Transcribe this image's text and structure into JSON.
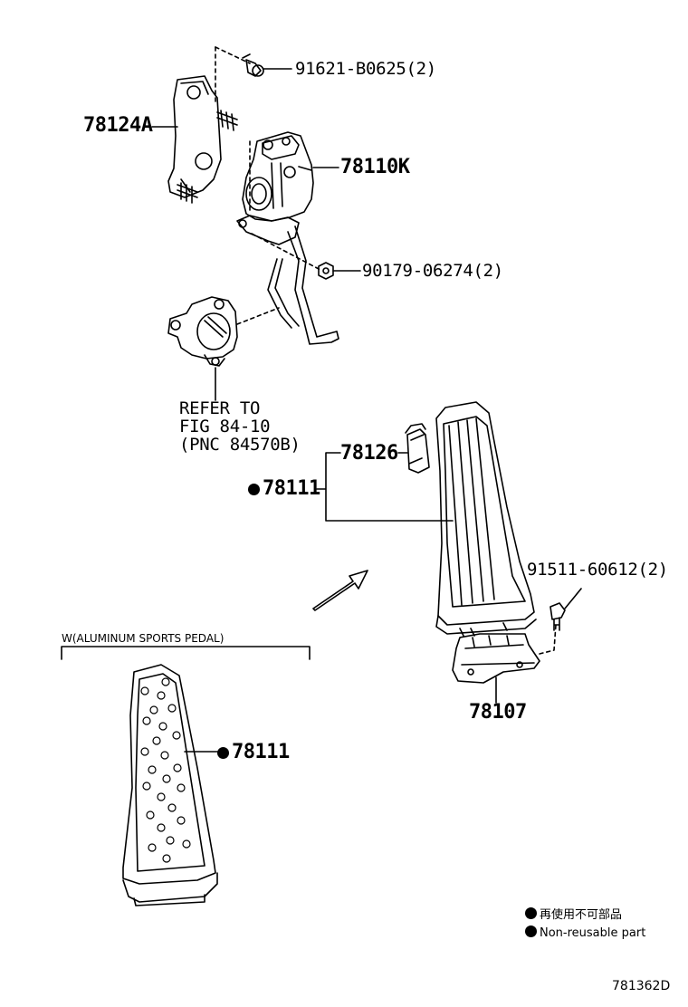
{
  "diagram_id": "781362D",
  "parts": {
    "bracket": "78124A",
    "bolt_top": "91621-B0625(2)",
    "pedal_sensor": "78110K",
    "nut": "90179-06274(2)",
    "refer_line1": "REFER TO",
    "refer_line2": "FIG 84-10",
    "refer_line3": "(PNC 84570B)",
    "pad_clip": "78126",
    "pedal_pad": "78111",
    "bolt_bottom": "91511-60612(2)",
    "pedal_bracket": "78107",
    "variant_heading": "W(ALUMINUM SPORTS PEDAL)",
    "sports_pedal_pad": "78111"
  },
  "legend": {
    "japanese": "再使用不可部品",
    "english": "Non-reusable part"
  }
}
